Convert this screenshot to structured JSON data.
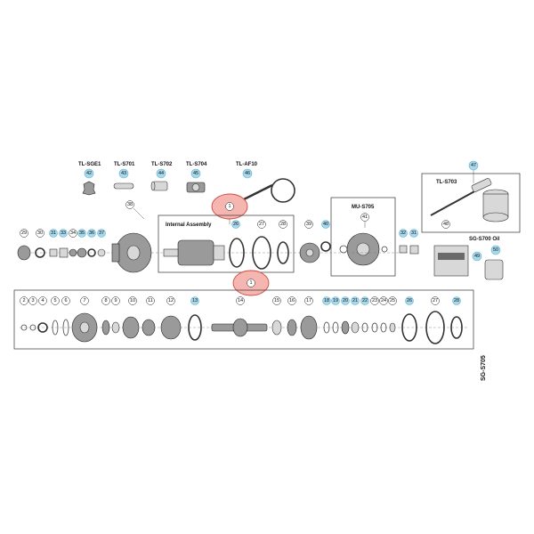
{
  "tools": {
    "tl_sge1": {
      "label": "TL-SGE1",
      "ref": "42"
    },
    "tl_s701": {
      "label": "TL-S701",
      "ref": "43"
    },
    "tl_s702": {
      "label": "TL-S702",
      "ref": "44"
    },
    "tl_s704": {
      "label": "TL-S704",
      "ref": "45"
    },
    "tl_af10": {
      "label": "TL-AF10",
      "ref": "46"
    },
    "tl_s703": {
      "label": "TL-S703",
      "ref_top": "47",
      "ref_bottom": "48"
    }
  },
  "internal_assembly": {
    "label": "Internal Assembly",
    "callout": "1",
    "ref": "26"
  },
  "mu_s705": {
    "label": "MU-S705",
    "ref": "41"
  },
  "sg_s700_oil": {
    "label": "SG-S700 Oil",
    "ref_can": "49",
    "ref_bottle": "50"
  },
  "bottom_callout": "1",
  "model_label": "SG-S705",
  "row_top": [
    "29",
    "30",
    "31",
    "33",
    "34",
    "35",
    "36",
    "37",
    "26",
    "27",
    "28",
    "39",
    "40",
    "32",
    "31",
    "38"
  ],
  "row_bottom": [
    "2",
    "3",
    "4",
    "5",
    "6",
    "7",
    "8",
    "9",
    "10",
    "11",
    "12",
    "13",
    "14",
    "15",
    "16",
    "17",
    "18",
    "19",
    "20",
    "21",
    "22",
    "23",
    "24",
    "25",
    "26",
    "27",
    "28"
  ],
  "colors": {
    "bubble_blue": "#a8d8ea",
    "bubble_red": "#f5b5b0",
    "part_gray": "#9a9a9a"
  }
}
